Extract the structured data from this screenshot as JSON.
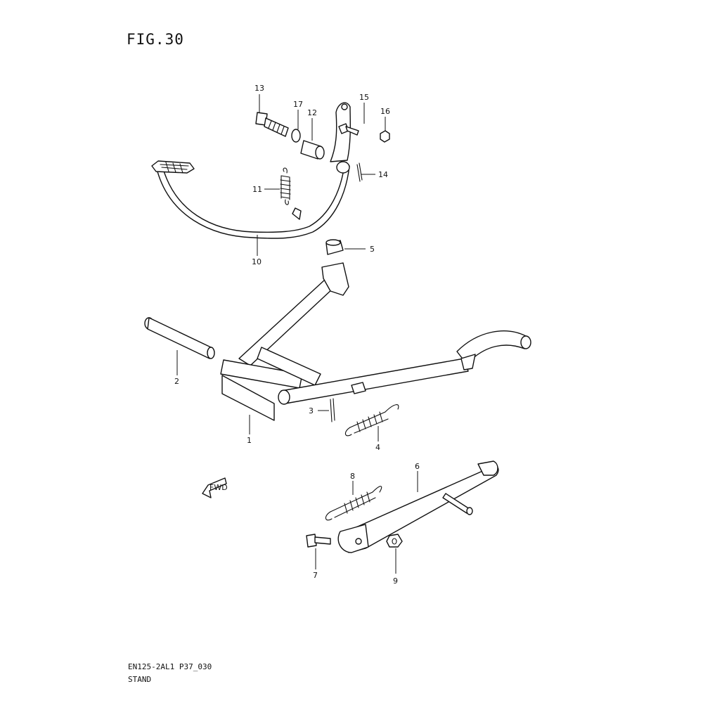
{
  "figure": {
    "title": "FIG.30"
  },
  "footer": {
    "code": "EN125-2AL1 P37_030",
    "name": "STAND"
  },
  "fwd_badge": {
    "label": "FWD"
  },
  "callouts": [
    "13",
    "17",
    "12",
    "15",
    "16",
    "14",
    "11",
    "10",
    "5",
    "2",
    "3",
    "1",
    "4",
    "6",
    "8",
    "7",
    "9"
  ]
}
